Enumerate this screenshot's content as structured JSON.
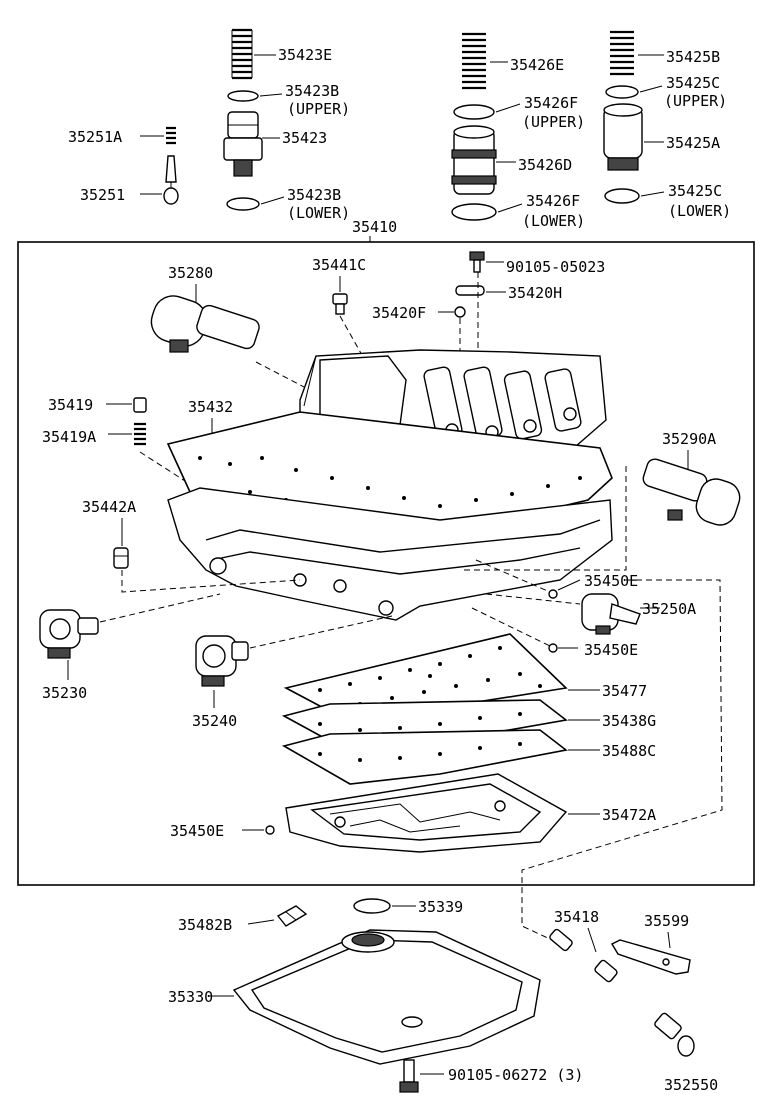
{
  "diagram_id": "352550",
  "frame_label": "35410",
  "labels": {
    "p35423E": "35423E",
    "p35423B_u": "35423B",
    "upper1": "(UPPER)",
    "p35423": "35423",
    "p35423B_l": "35423B",
    "lower1": "(LOWER)",
    "p35251A": "35251A",
    "p35251": "35251",
    "p35426E": "35426E",
    "p35426F_u": "35426F",
    "upper2": "(UPPER)",
    "p35426D": "35426D",
    "p35426F_l": "35426F",
    "lower2": "(LOWER)",
    "p35425B": "35425B",
    "p35425C_u": "35425C",
    "upper3": "(UPPER)",
    "p35425A": "35425A",
    "p35425C_l": "35425C",
    "lower3": "(LOWER)",
    "p35280": "35280",
    "p35441C": "35441C",
    "p90105_05023": "90105-05023",
    "p35420H": "35420H",
    "p35420F": "35420F",
    "p35419": "35419",
    "p35419A": "35419A",
    "p35432": "35432",
    "p35290A": "35290A",
    "p35442A": "35442A",
    "p35450E_1": "35450E",
    "p35250A": "35250A",
    "p35450E_2": "35450E",
    "p35230": "35230",
    "p35240": "35240",
    "p35477": "35477",
    "p35438G": "35438G",
    "p35488C": "35488C",
    "p35450E_3": "35450E",
    "p35472A": "35472A",
    "p35482B": "35482B",
    "p35339": "35339",
    "p35418": "35418",
    "p35599": "35599",
    "p35330": "35330",
    "p90105_06272": "90105-06272 (3)"
  }
}
